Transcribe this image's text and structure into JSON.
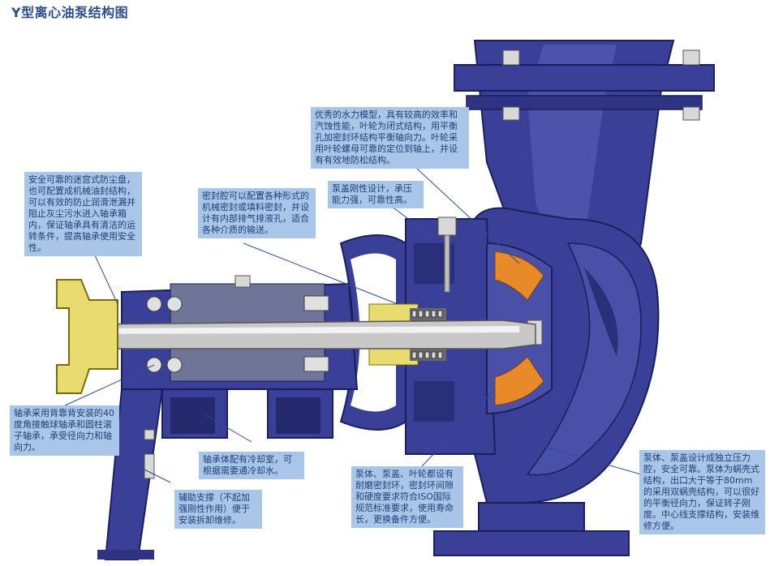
{
  "title": "Y型离心油泵结构图",
  "colors": {
    "casing": "#3a3f98",
    "casing_dark": "#252a6e",
    "casing_light": "#5a60b8",
    "shaft": "#c8c8c8",
    "coupling": "#e8dc70",
    "impeller_insert": "#e88a2a",
    "bearing_body": "#6f7598",
    "callout_bg": "#a9c6e8",
    "callout_text": "#1f3f78",
    "title_text": "#2a4d8f"
  },
  "callouts": [
    {
      "id": "hydraulic",
      "text": "优秀的水力模型，具有较高的效率和汽蚀性能，叶轮为闭式结构，用平衡孔加密封环结构平衡轴向力。叶轮采用叶轮螺母可靠的定位到轴上，并设有有效地防松结构。"
    },
    {
      "id": "dust",
      "text": "安全可靠的迷宫式防尘盘，也可配置成机械油封结构，可以有效的防止润滑泄漏并阻止灰尘污水进入轴承箱内，保证轴承具有清洁的运转条件，提高轴承使用安全性。"
    },
    {
      "id": "seal",
      "text": "密封腔可以配置各种形式的机械密封或填料密封，并设计有内部排气排液孔，适合各种介质的输送。"
    },
    {
      "id": "cover",
      "text": "泵盖刚性设计，承压能力强，可靠性高。"
    },
    {
      "id": "bearing",
      "text": "轴承采用背靠背安装的40度角接触球轴承和圆柱滚子轴承，承受径向力和轴向力。"
    },
    {
      "id": "cooling",
      "text": "轴承体配有冷却室，可根据需要通冷却水。"
    },
    {
      "id": "support",
      "text": "辅助支撑（不起加强刚性作用）便于安装拆卸维修。"
    },
    {
      "id": "ring",
      "text": "泵体、泵盖、叶轮都设有耐磨密封环，密封环间隙和硬度要求符合ISO国际规范标准要求，使用寿命长，更换备件方便。"
    },
    {
      "id": "volute",
      "text": "泵体、泵盖设计成独立压力腔，安全可靠。泵体为蜗壳式结构，出口大于等于80mm的采用双蜗壳结构，可以很好的平衡径向力，保证转子刚度。中心线支撑结构，安装维修方便。"
    }
  ],
  "components": [
    "coupling",
    "bearing-housing",
    "shaft",
    "pump-cover",
    "impeller",
    "volute-casing",
    "discharge-flange",
    "auxiliary-support"
  ]
}
